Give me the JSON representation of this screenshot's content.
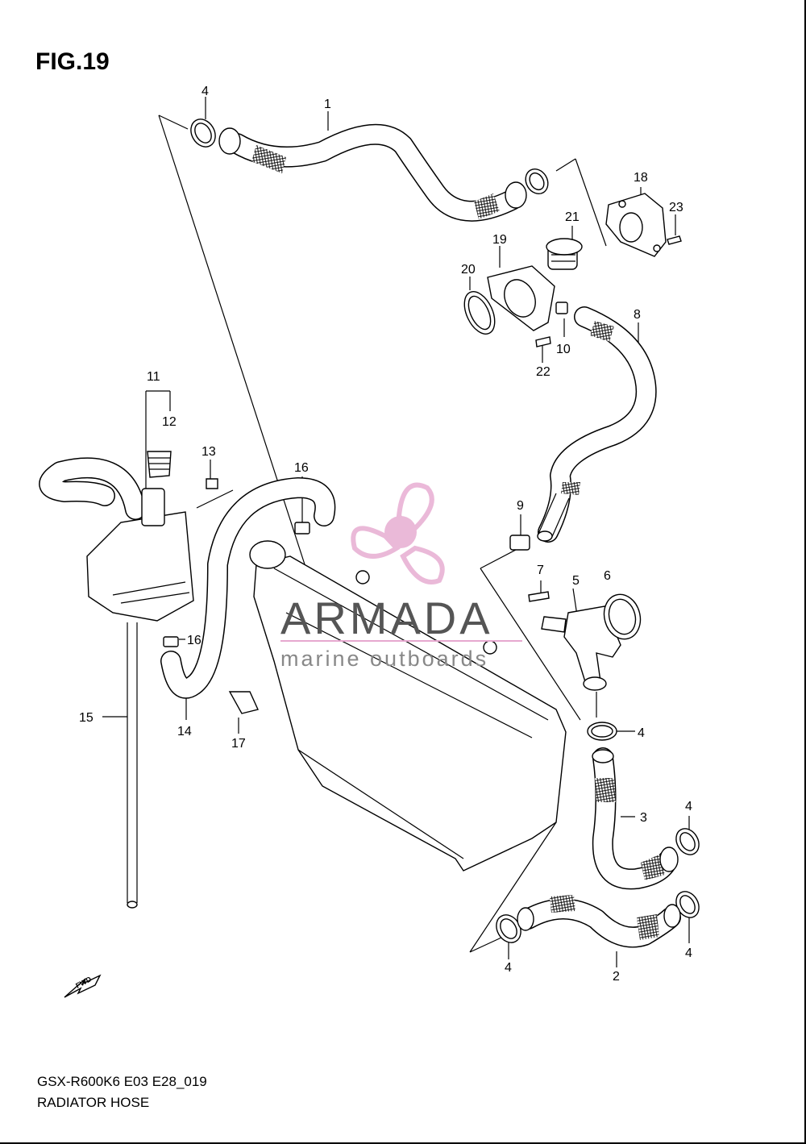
{
  "figure": {
    "title": "FIG.19"
  },
  "footer": {
    "code": "GSX-R600K6 E03 E28_019",
    "caption": "RADIATOR HOSE"
  },
  "watermark": {
    "brand": "ARMADA",
    "tagline": "marine outboards",
    "color": "#e6a8cf"
  },
  "fwd_label": "FWD",
  "callouts": {
    "c1": "1",
    "c2": "2",
    "c3": "3",
    "c4a": "4",
    "c4b": "4",
    "c4c": "4",
    "c4d": "4",
    "c4e": "4",
    "c5": "5",
    "c6": "6",
    "c7": "7",
    "c8": "8",
    "c9": "9",
    "c10": "10",
    "c11": "11",
    "c12": "12",
    "c13": "13",
    "c14": "14",
    "c15": "15",
    "c16a": "16",
    "c16b": "16",
    "c17": "17",
    "c18": "18",
    "c19": "19",
    "c20": "20",
    "c21": "21",
    "c22": "22",
    "c23": "23"
  }
}
